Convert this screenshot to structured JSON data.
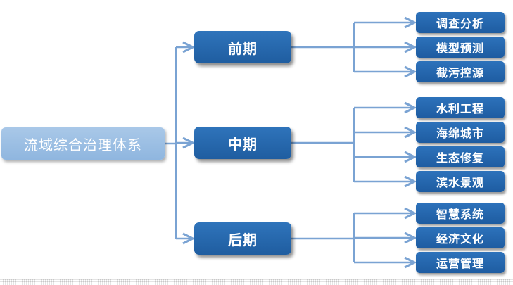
{
  "root": {
    "label": "流域综合治理体系"
  },
  "phases": [
    {
      "label": "前期",
      "children": [
        "调查分析",
        "模型预测",
        "截污控源"
      ]
    },
    {
      "label": "中期",
      "children": [
        "水利工程",
        "海绵城市",
        "生态修复",
        "滨水景观"
      ]
    },
    {
      "label": "后期",
      "children": [
        "智慧系统",
        "经济文化",
        "运营管理"
      ]
    }
  ],
  "colors": {
    "connector": "#7aa3d3",
    "phase_fill": "#2467ad",
    "leaf_fill": "#2467ad",
    "root_fill": "#9ebfe3"
  }
}
